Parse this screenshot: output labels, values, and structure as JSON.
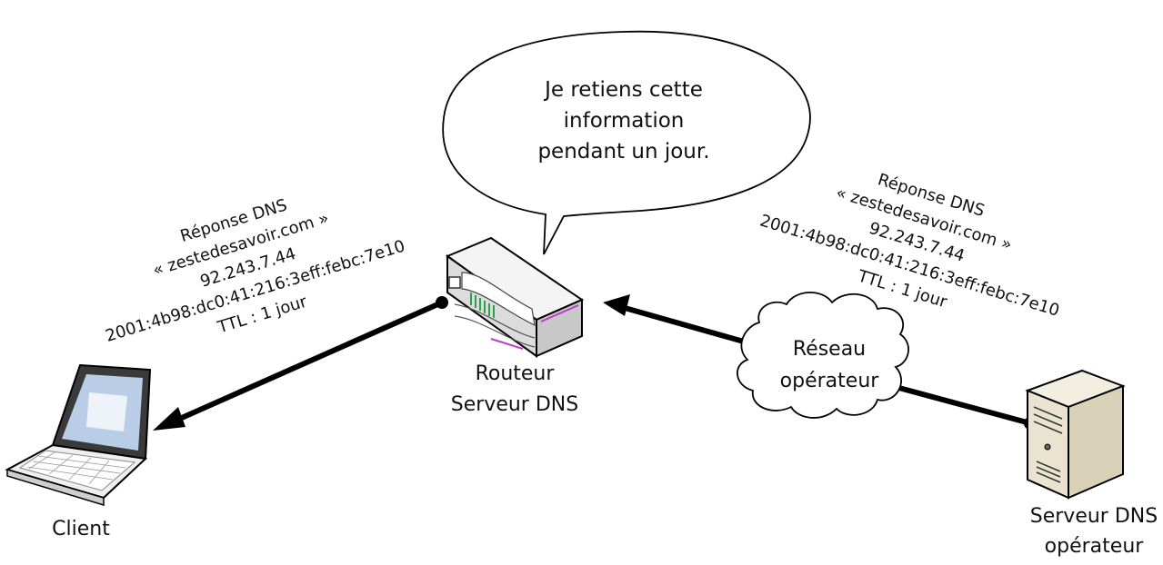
{
  "nodes": {
    "client": {
      "label": "Client",
      "icon": "laptop-icon"
    },
    "router": {
      "label_lines": [
        "Routeur",
        "Serveur DNS"
      ],
      "icon": "router-icon"
    },
    "network": {
      "label_lines": [
        "Réseau",
        "opérateur"
      ],
      "icon": "cloud-icon"
    },
    "operator_server": {
      "label_lines": [
        "Serveur DNS",
        "opérateur"
      ],
      "icon": "server-tower-icon"
    }
  },
  "speech_bubble": {
    "lines": [
      "Je retiens cette",
      "information",
      "pendant un jour."
    ]
  },
  "response_left": {
    "lines": [
      "Réponse DNS",
      "« zestedesavoir.com »",
      "92.243.7.44",
      "2001:4b98:dc0:41:216:3eff:febc:7e10",
      "TTL : 1 jour"
    ]
  },
  "response_right": {
    "lines": [
      "Réponse DNS",
      "« zestedesavoir.com »",
      "92.243.7.44",
      "2001:4b98:dc0:41:216:3eff:febc:7e10",
      "TTL : 1 jour"
    ]
  },
  "colors": {
    "line": "#000000",
    "server_body": "#e9e3cf",
    "router_led": "#2e9e4f",
    "router_accent": "#c03ad0"
  }
}
